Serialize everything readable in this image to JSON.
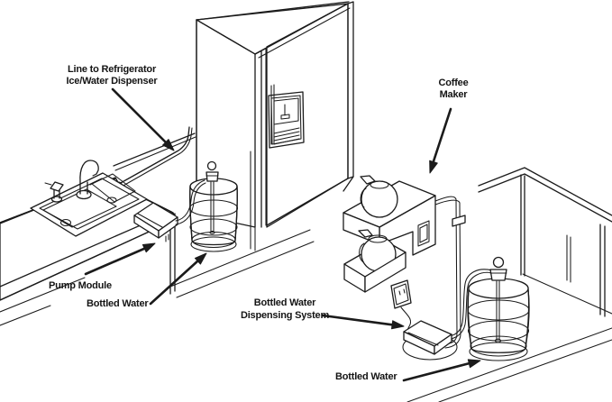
{
  "diagram": {
    "description": "Bottled water dispensing system installation diagram",
    "colors": {
      "background": "#ffffff",
      "line": "#1b1b1b",
      "text": "#141414"
    },
    "labels": {
      "line_to_refrigerator": {
        "line1": "Line to Refrigerator",
        "line2": "Ice/Water Dispenser"
      },
      "coffee_maker": {
        "line1": "Coffee",
        "line2": "Maker"
      },
      "pump_module": {
        "text": "Pump Module"
      },
      "bottled_water_left": {
        "text": "Bottled Water"
      },
      "dispensing_system": {
        "line1": "Bottled Water",
        "line2": "Dispensing System"
      },
      "bottled_water_right": {
        "text": "Bottled Water"
      }
    },
    "components": [
      {
        "id": "refrigerator",
        "name": "Side-by-side refrigerator with ice/water dispenser"
      },
      {
        "id": "kitchen-sink",
        "name": "Double-basin kitchen sink with faucet"
      },
      {
        "id": "water-line",
        "name": "Water line to refrigerator"
      },
      {
        "id": "pump-module-left",
        "name": "Pump module under counter"
      },
      {
        "id": "bottled-water-left",
        "name": "5-gallon water bottle under counter"
      },
      {
        "id": "coffee-maker",
        "name": "Commercial coffee maker with two carafes"
      },
      {
        "id": "power-outlet",
        "name": "Wall power outlet"
      },
      {
        "id": "dispensing-pump-right",
        "name": "Bottled water dispensing system pump"
      },
      {
        "id": "bottled-water-right",
        "name": "5-gallon water bottle on floor"
      },
      {
        "id": "table",
        "name": "Work table"
      }
    ]
  }
}
